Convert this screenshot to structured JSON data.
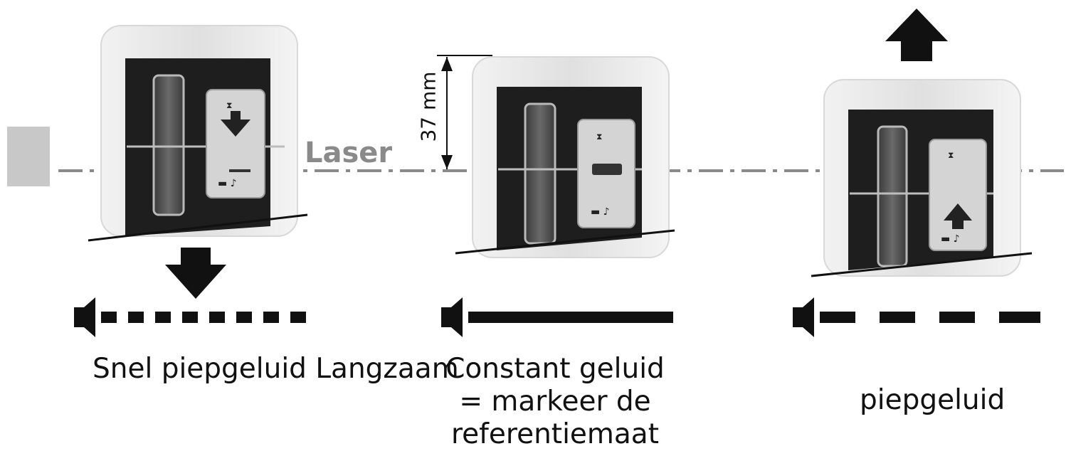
{
  "laser_label": "Laser",
  "dimension_label": "37 mm",
  "captions": {
    "left": "Snel piepgeluid Langzaam",
    "middle": [
      "Constant geluid",
      "= markeer de",
      "referentiemaat"
    ],
    "right": "piepgeluid"
  },
  "receivers": [
    {
      "position": "left",
      "display_arrow": "down",
      "sound": "fast-beep"
    },
    {
      "position": "middle",
      "display_arrow": "on-level",
      "sound": "constant"
    },
    {
      "position": "right",
      "display_arrow": "up",
      "sound": "slow-beep"
    }
  ],
  "colors": {
    "laser_line": "#8a8a8a",
    "device_body": "#e6e6e6",
    "device_face": "#1e1e1e",
    "panel": "#d2d2d2"
  }
}
